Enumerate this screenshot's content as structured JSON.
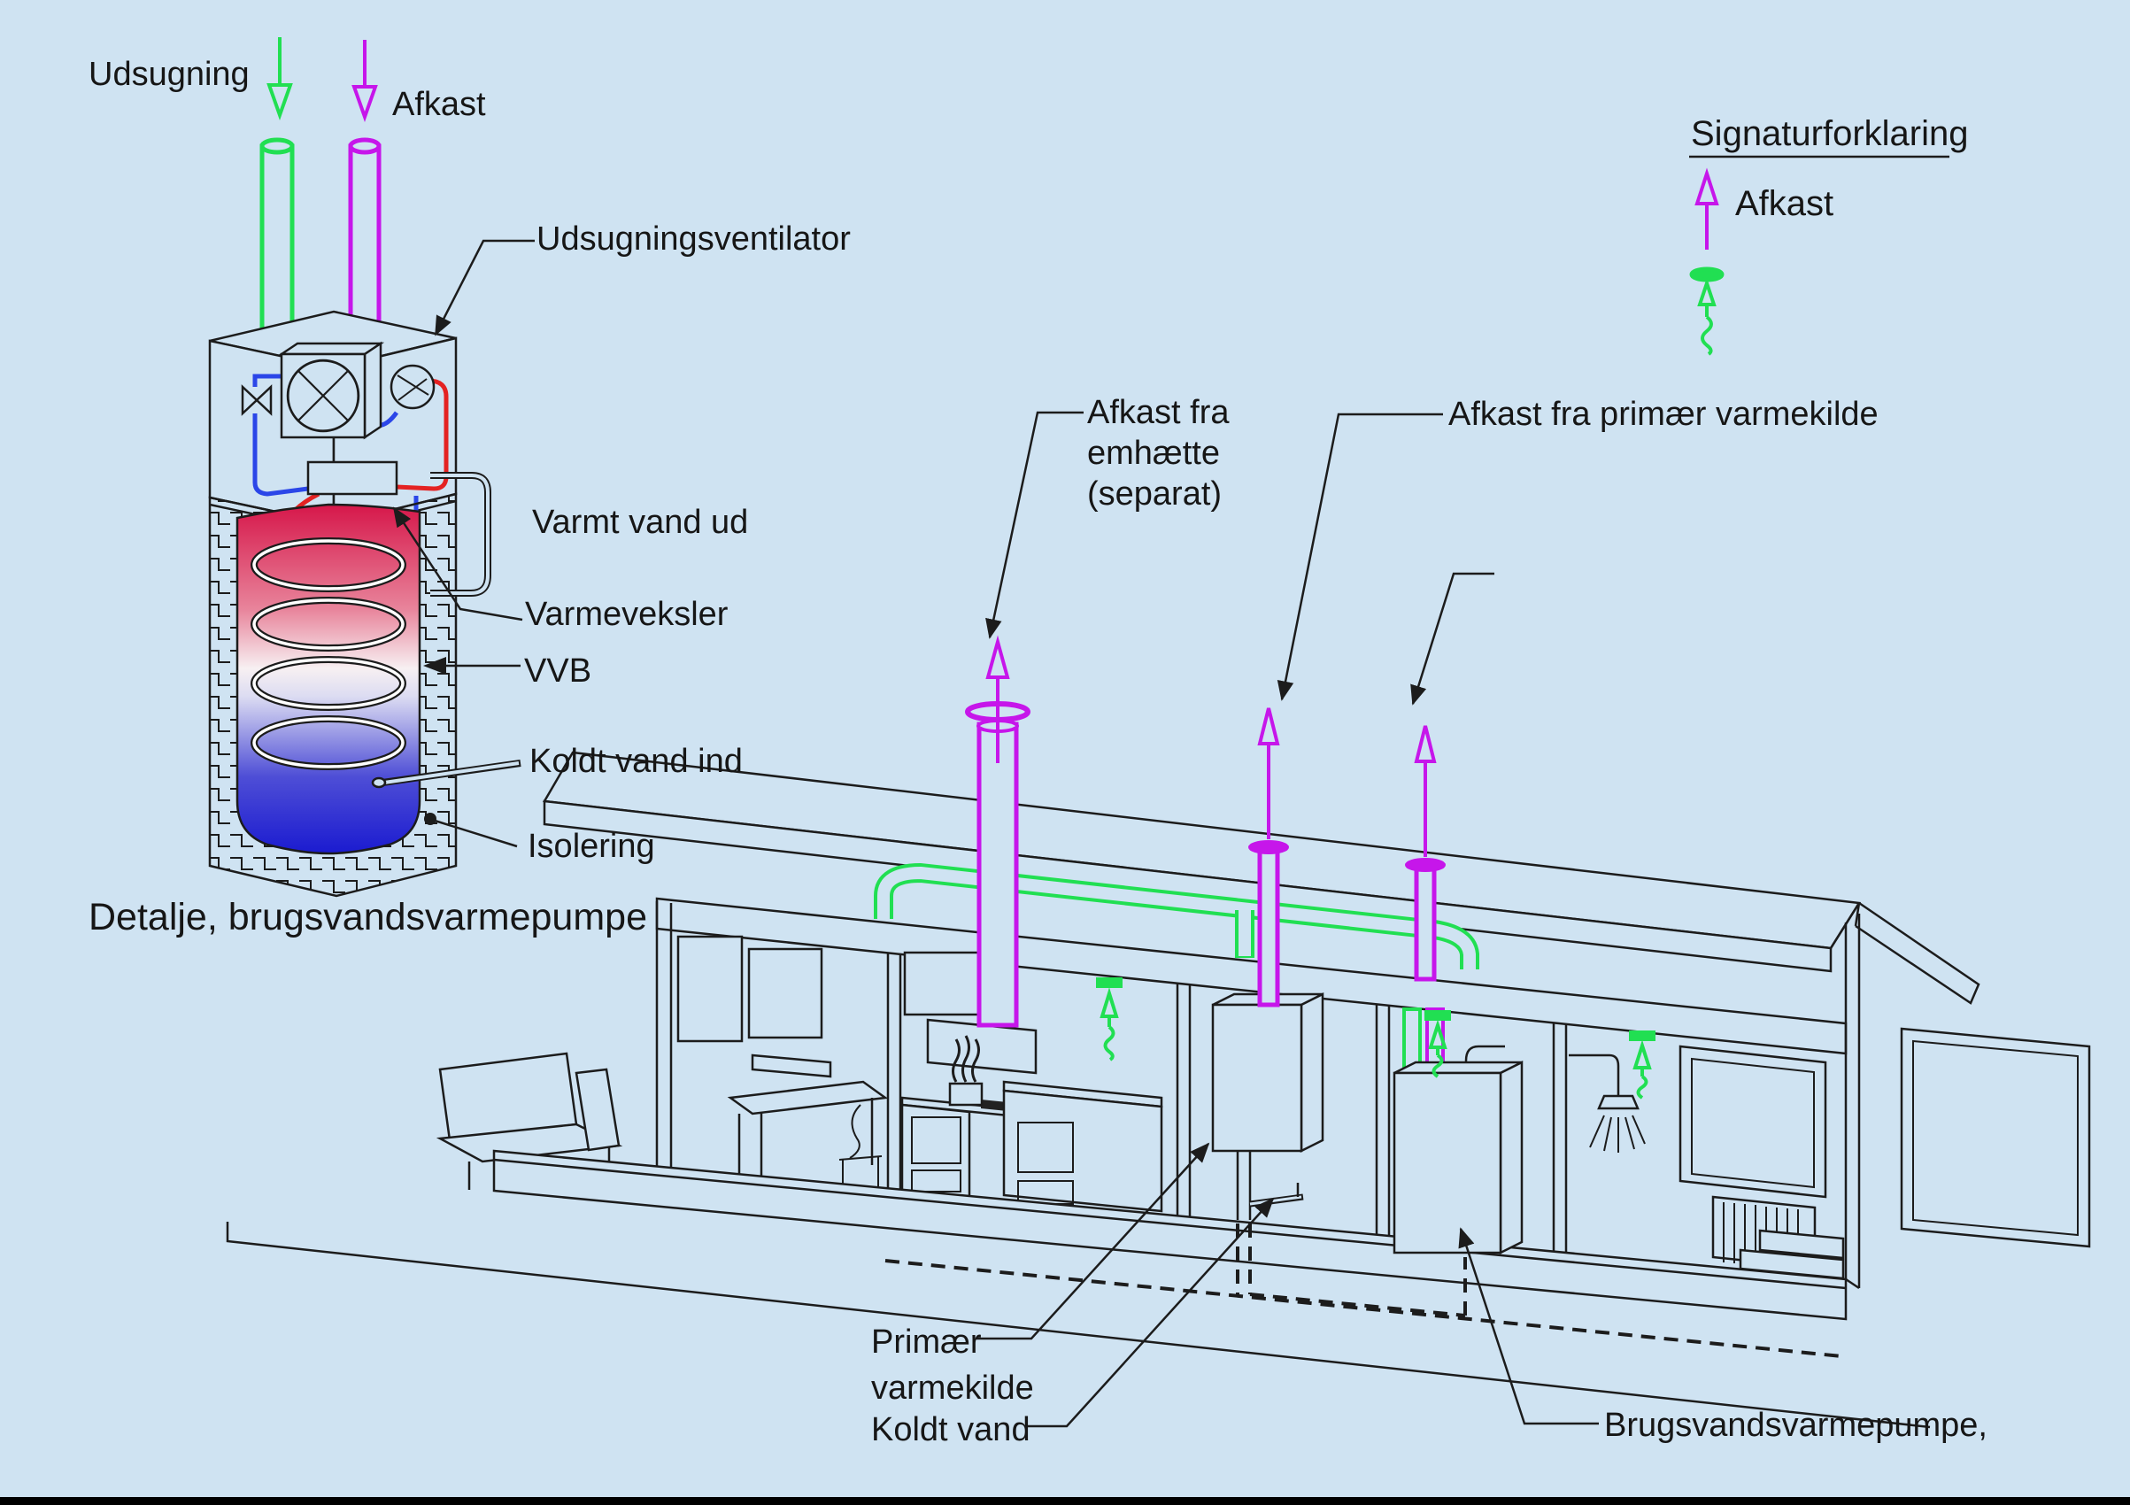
{
  "colors": {
    "background": "#cfe3f2",
    "line": "#1c1c1c",
    "afkast_magenta": "#c616ea",
    "udsugning_green": "#21df52",
    "hot_pipe_red": "#e42222",
    "cold_pipe_blue": "#2b46e8",
    "tank_hot": "#d6174a",
    "tank_cold": "#1b1bd0"
  },
  "detail": {
    "udsugning": "Udsugning",
    "afkast": "Afkast",
    "udsugningsventilator": "Udsugningsventilator",
    "varmt_vand_ud": "Varmt vand ud",
    "varmeveksler": "Varmeveksler",
    "vvb": "VVB",
    "koldt_vand_ind": "Koldt vand ind",
    "isolering": "Isolering",
    "caption": "Detalje, brugsvandsvarmepumpe"
  },
  "legend": {
    "title": "Signaturforklaring",
    "afkast": "Afkast"
  },
  "house": {
    "afkast_emhaette_1": "Afkast fra",
    "afkast_emhaette_2": "emhætte",
    "afkast_emhaette_3": "(separat)",
    "afkast_primaer": "Afkast fra primær varmekilde",
    "primaer_1": "Primær",
    "primaer_2": "varmekilde",
    "koldt_vand": "Koldt vand",
    "brugsvandsvarmepumpe": "Brugsvandsvarmepumpe,"
  }
}
